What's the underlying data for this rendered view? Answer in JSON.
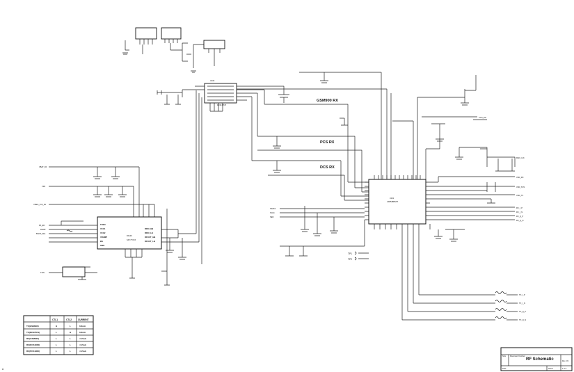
{
  "page": {
    "corner_mark": "A"
  },
  "blocks": {
    "gsm900": "GSM900 RX",
    "pcs": "PCS RX",
    "dcs": "DCS RX"
  },
  "switch": {
    "ref": "U100",
    "part": "MXR-SP4T"
  },
  "pa": {
    "ref": "PA100",
    "name": "PAM-M",
    "part": "SKY77XXX",
    "left_pins": [
      "TXEN",
      "VCC1",
      "VCC2",
      "VRAMP",
      "BS",
      "GND"
    ],
    "right_pins": [
      "RFIN_HB",
      "RFIN_LB",
      "RFOUT_HB",
      "RFOUT_LB"
    ]
  },
  "transceiver": {
    "ref": "U101",
    "part": "AD6548BSTZ"
  },
  "left_nets": [
    "VBAT_PA",
    "VRF",
    "VREG_3V0_PA",
    "PA_EN",
    "RAMP",
    "BAND_SEL",
    "TXIN"
  ],
  "mid_nets": [
    "SDATA",
    "SCLK",
    "SEN"
  ],
  "right_nets": [
    "VDD_RX",
    "VDD_SYN",
    "VDD_TX",
    "RX_I_P",
    "RX_I_N",
    "RX_Q_P",
    "RX_Q_N",
    "REF_CLK",
    "VCO_EN"
  ],
  "output_nets": [
    "TX_I_P",
    "TX_I_N",
    "TX_Q_P",
    "TX_Q_N"
  ],
  "test_points": [
    "TP1",
    "TP2"
  ],
  "table": {
    "headers": [
      "",
      "CTL1",
      "CTL2",
      "CURRENT"
    ],
    "rows": [
      [
        "TX(GSM900)",
        "H",
        "L",
        "0.3mA"
      ],
      [
        "TX(DCS/PCS)",
        "L",
        "H",
        "0.3mA"
      ],
      [
        "RX(GSM900)",
        "L",
        "L",
        "<0.5uA"
      ],
      [
        "RX(DCS1800)",
        "L",
        "L",
        "<0.5uA"
      ],
      [
        "RX(PCS1900)",
        "L",
        "L",
        "<0.5uA"
      ]
    ]
  },
  "title_block": {
    "title": "RF Schematic",
    "size_label": "Size",
    "number_label": "Document Number",
    "rev_label": "Rev",
    "rev": "03",
    "date_label": "Date",
    "sheet_label": "Sheet",
    "sheet": "1 of 1"
  }
}
